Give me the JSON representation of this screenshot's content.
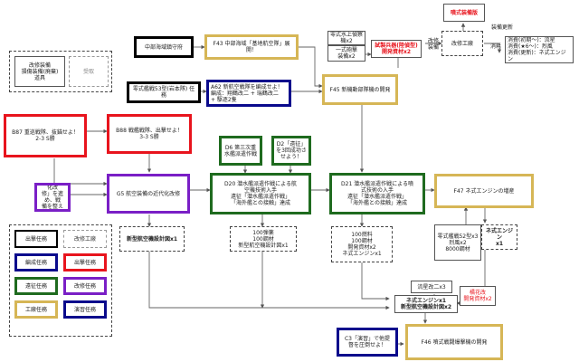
{
  "nodes": {
    "n_southeast": "中部海域鎮守府",
    "n_f43": "F43 中部海域「基地航空隊」展開！",
    "n_trial_top": "零式水上偵察機x2",
    "n_trial_mid": "一式砲撃\n装備x2",
    "n_proto_test": "試製兵器(陸偵型)\n開発資材x2",
    "n_modern": "改修\n装備",
    "n_arsenal": "改修工廠",
    "n_tiered_prod": "装備更新",
    "n_tiered_top": "噴式装備版",
    "n_cost": "消費(初期〜)：流星\n消費(★6〜)：烈風\n消費(更新)：ネ式エンジン",
    "n_upgrade_lbl": "消耗",
    "n_a62": "A62 新航空戦隊を編成せよ！\n編成：翔鶴改二 + 瑞鶴改二\n+ 駆逐2隻",
    "n_zerofighter": "零式艦戦53型(岩本隊) 任務",
    "n_f45": "F45 新機動部隊機の開発",
    "n_b87": "B87 重巡戦隊、抜錨せよ！\n2-3 S勝",
    "n_b88": "B88 戦艦戦隊、出撃せよ！\n3-3 S勝",
    "n_d6": "D6 第三次重\n水艦派遣作戦",
    "n_d2": "D2「遠征」\nを3回成功さ\nせよう！",
    "n_g3": "G3「近代化改\n修」を進め、戦\n備を整えよ！",
    "n_g5": "G5 航空装備の近代化改修",
    "n_d20": "D20 潜水艦派遣作戦による航\n空機技術入手\n遠征「潜水艦派遣作戦」\n「海外艦との接触」達成",
    "n_d21": "D21 潜水艦派遣作戦による噴\n式技術の入手\n遠征「潜水艦派遣作戦」\n「海外艦との接触」達成",
    "n_f47": "F47 ネ式エンジンの増産",
    "n_newplane1": "新型航空機設計図x1",
    "n_reward_d20": "100弾薬\n100鋼材\n新型航空機設計図x1",
    "n_reward_d21": "100燃料\n100鋼材\n開発資材x2\nネ式エンジンx1",
    "n_f47_cost": "零式艦戦52型x3\n烈風x2\n8000鋼材",
    "n_f47_reward": "ネ式エンジン\nx1",
    "n_tenzan": "流星改二x3",
    "n_tenzan_item": "ネ式エンジンx1\n新型航空機設計図x2",
    "n_kikka_dev": "橘花改\n開発資材x2",
    "n_c3": "C3「演習」で他提\n督を圧倒せよ！",
    "n_f46": "F46 噴式戦闘爆撃機の開発"
  },
  "legend": {
    "top_title": "改修装備",
    "top_items": "損傷装備(廃棄)\n道具",
    "top_right": "受取",
    "sortie": "出撃任務",
    "arsenal": "改修工廠",
    "composition": "編成任務",
    "sortie_red": "出撃任務",
    "expedition": "遠征任務",
    "modernize": "改修任務",
    "factory": "工廠任務",
    "exercise": "演習任務"
  },
  "colors": {
    "black": "#000000",
    "gold": "#d6b656",
    "red": "#e8141d",
    "purple": "#7a1fc6",
    "green": "#1f6b1f",
    "blue": "#0a0a8c"
  }
}
